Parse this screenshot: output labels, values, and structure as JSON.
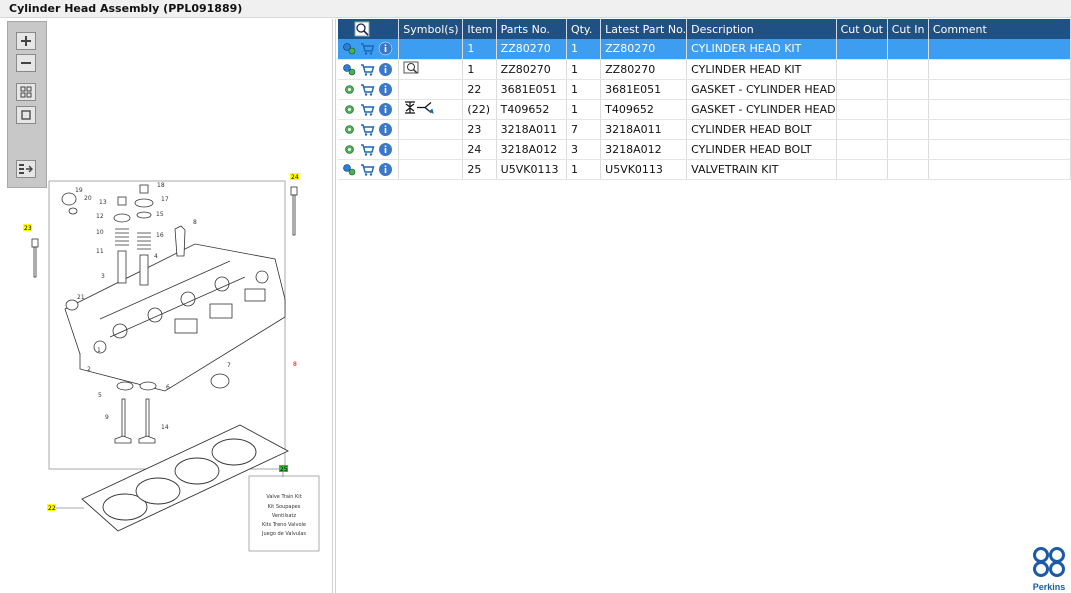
{
  "window": {
    "title": "Cylinder Head Assembly (PPL091889)"
  },
  "diagram": {
    "callouts": [
      "19",
      "20",
      "18",
      "13",
      "17",
      "12",
      "15",
      "10",
      "16",
      "8",
      "11",
      "4",
      "3",
      "21",
      "1",
      "2",
      "7",
      "5",
      "6",
      "9",
      "14",
      "22",
      "23",
      "24",
      "25",
      "8"
    ],
    "legend": [
      "Valve Train Kit",
      "Kit Soupapes",
      "Ventilsatz",
      "Kits Treno Valvole",
      "Juego de Valvulas"
    ]
  },
  "toolbar": {
    "zoom_in": "zoom-in",
    "zoom_out": "zoom-out",
    "fit": "fit-to-window",
    "actual": "actual-size",
    "toggle": "toggle-panel"
  },
  "table": {
    "headers": [
      "",
      "Symbol(s)",
      "Item",
      "Parts No.",
      "Qty.",
      "Latest Part No.",
      "Description",
      "Cut Out",
      "Cut In",
      "Comment"
    ],
    "rows": [
      {
        "item": "1",
        "part": "ZZ80270",
        "qty": "1",
        "latest": "ZZ80270",
        "desc": "CYLINDER HEAD KIT",
        "cutout": "",
        "cutin": "",
        "comment": ""
      },
      {
        "item": "1",
        "part": "ZZ80270",
        "qty": "1",
        "latest": "ZZ80270",
        "desc": "CYLINDER HEAD KIT",
        "cutout": "",
        "cutin": "",
        "comment": ""
      },
      {
        "item": "22",
        "part": "3681E051",
        "qty": "1",
        "latest": "3681E051",
        "desc": "GASKET - CYLINDER HEAD",
        "cutout": "",
        "cutin": "",
        "comment": ""
      },
      {
        "item": "(22)",
        "part": "T409652",
        "qty": "1",
        "latest": "T409652",
        "desc": "GASKET - CYLINDER HEAD",
        "cutout": "",
        "cutin": "",
        "comment": ""
      },
      {
        "item": "23",
        "part": "3218A011",
        "qty": "7",
        "latest": "3218A011",
        "desc": "CYLINDER HEAD BOLT",
        "cutout": "",
        "cutin": "",
        "comment": ""
      },
      {
        "item": "24",
        "part": "3218A012",
        "qty": "3",
        "latest": "3218A012",
        "desc": "CYLINDER HEAD BOLT",
        "cutout": "",
        "cutin": "",
        "comment": ""
      },
      {
        "item": "25",
        "part": "U5VK0113",
        "qty": "1",
        "latest": "U5VK0113",
        "desc": "VALVETRAIN KIT",
        "cutout": "",
        "cutin": "",
        "comment": ""
      }
    ]
  },
  "brand": {
    "name": "Perkins",
    "color": "#1a5aa6"
  },
  "colors": {
    "header": "#1f5185",
    "selected": "#3d9df0",
    "callout_yellow": "#ffff00",
    "callout_green": "#22cc22"
  }
}
